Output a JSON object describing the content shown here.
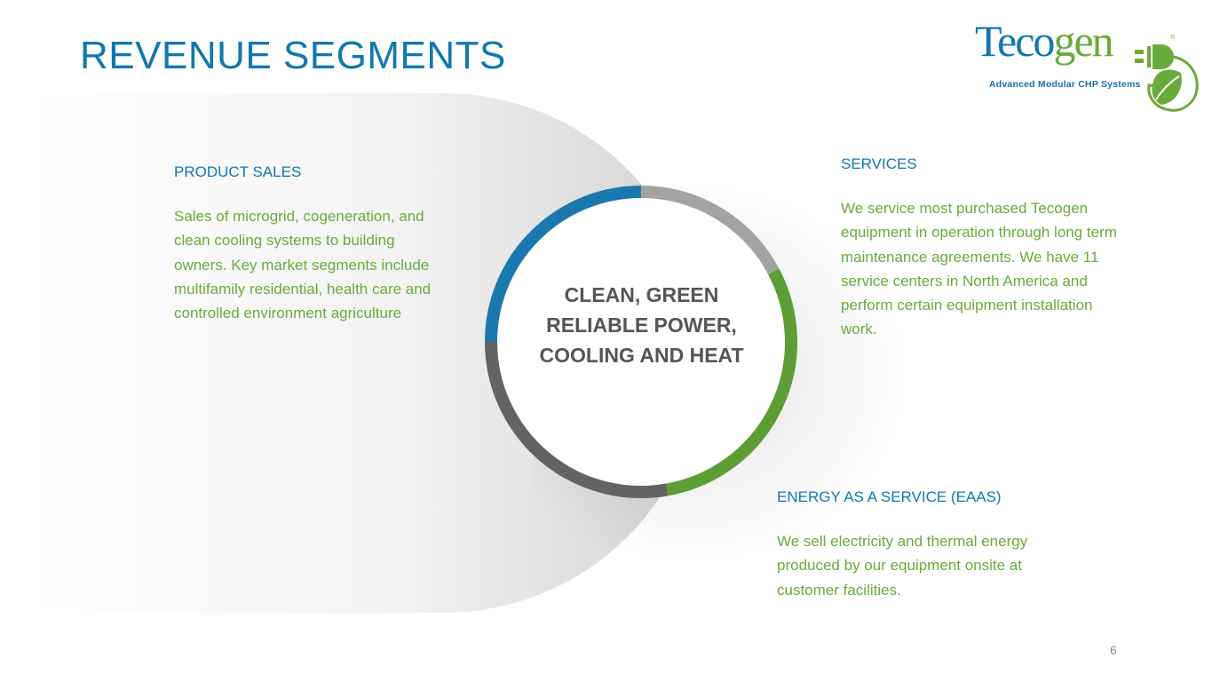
{
  "slide": {
    "title": "REVENUE SEGMENTS",
    "page_number": "6"
  },
  "logo": {
    "word_part1": "Teco",
    "word_part2": "gen",
    "tagline": "Advanced Modular CHP Systems",
    "icon": "plug-leaf-icon",
    "brand_blue": "#1278ad",
    "brand_green": "#6aaa3a"
  },
  "center": {
    "text": "CLEAN, GREEN RELIABLE POWER, COOLING AND HEAT"
  },
  "ring": {
    "segments": [
      {
        "name": "services-arc",
        "color": "#a3a3a3",
        "start_deg": 0,
        "end_deg": 62
      },
      {
        "name": "services-green-arc",
        "color": "#5c9e35",
        "start_deg": 62,
        "end_deg": 170
      },
      {
        "name": "eaas-arc",
        "color": "#646262",
        "start_deg": 170,
        "end_deg": 270
      },
      {
        "name": "product-arc",
        "color": "#1a78ae",
        "start_deg": 270,
        "end_deg": 360
      }
    ]
  },
  "segments": [
    {
      "heading": "PRODUCT SALES",
      "body": "Sales of microgrid, cogeneration, and clean cooling systems to building owners. Key market segments include multifamily residential, health care and controlled environment agriculture"
    },
    {
      "heading": "SERVICES",
      "body": "We service most purchased Tecogen equipment in operation through long term maintenance agreements.  We have 11 service centers in North America and perform certain equipment installation work."
    },
    {
      "heading": "ENERGY AS A SERVICE (EAAS)",
      "body": "We sell electricity and thermal energy produced by our equipment onsite at customer facilities."
    }
  ]
}
